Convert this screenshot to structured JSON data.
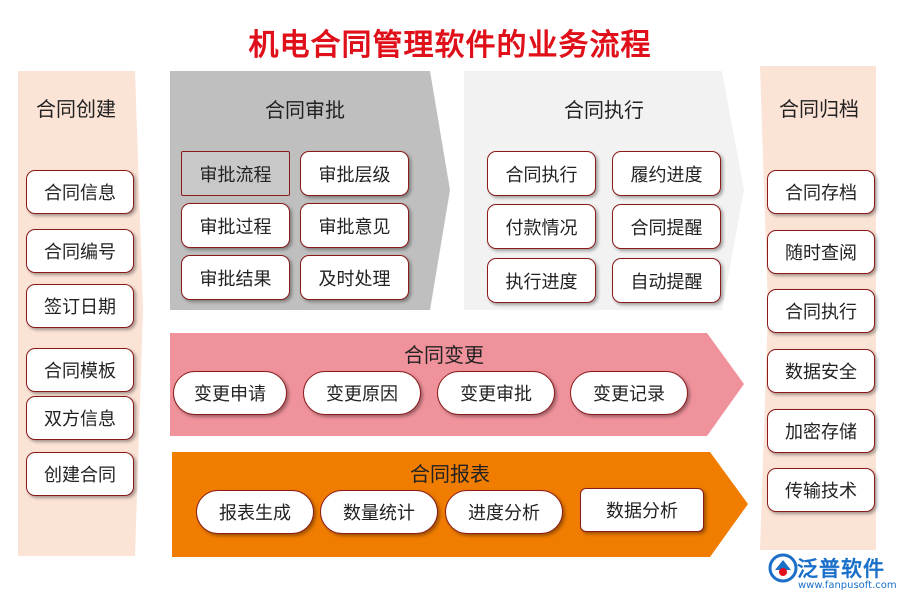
{
  "title": "机电合同管理软件的业务流程",
  "left": {
    "header": "合同创建",
    "items": [
      "合同信息",
      "合同编号",
      "签订日期",
      "合同模板",
      "双方信息",
      "创建合同"
    ]
  },
  "approval": {
    "header": "合同审批",
    "items": [
      "审批流程",
      "审批层级",
      "审批过程",
      "审批意见",
      "审批结果",
      "及时处理"
    ]
  },
  "execution": {
    "header": "合同执行",
    "items": [
      "合同执行",
      "履约进度",
      "付款情况",
      "合同提醒",
      "执行进度",
      "自动提醒"
    ]
  },
  "change": {
    "header": "合同变更",
    "items": [
      "变更申请",
      "变更原因",
      "变更审批",
      "变更记录"
    ]
  },
  "report": {
    "header": "合同报表",
    "items": [
      "报表生成",
      "数量统计",
      "进度分析",
      "数据分析"
    ]
  },
  "right": {
    "header": "合同归档",
    "items": [
      "合同存档",
      "随时查阅",
      "合同执行",
      "数据安全",
      "加密存储",
      "传输技术"
    ]
  },
  "logo": {
    "text": "泛普软件",
    "url": "www.fanpusoft.com"
  },
  "colors": {
    "title": "#e0101a",
    "side_panel": "#fbe3d6",
    "approval_panel": "#bfbfbf",
    "execution_panel": "#f2f2f2",
    "change_panel": "#f0929c",
    "report_panel": "#f07c00",
    "box_border": "#8b1a1a"
  }
}
